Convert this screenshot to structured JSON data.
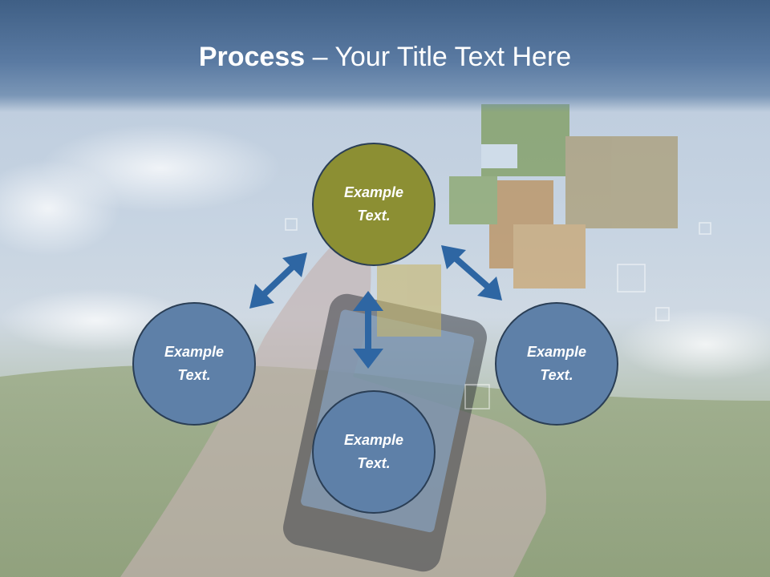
{
  "title": {
    "bold": "Process",
    "rest": " – Your Title Text Here"
  },
  "nodes": [
    {
      "id": "top",
      "label_line1": "Example",
      "label_line2": "Text."
    },
    {
      "id": "left",
      "label_line1": "Example",
      "label_line2": "Text."
    },
    {
      "id": "bottom",
      "label_line1": "Example",
      "label_line2": "Text."
    },
    {
      "id": "right",
      "label_line1": "Example",
      "label_line2": "Text."
    }
  ],
  "colors": {
    "accent_node": "#8c8f33",
    "node": "#5e80a8",
    "arrow": "#2e66a3",
    "title_bar": "#4a6a92"
  }
}
